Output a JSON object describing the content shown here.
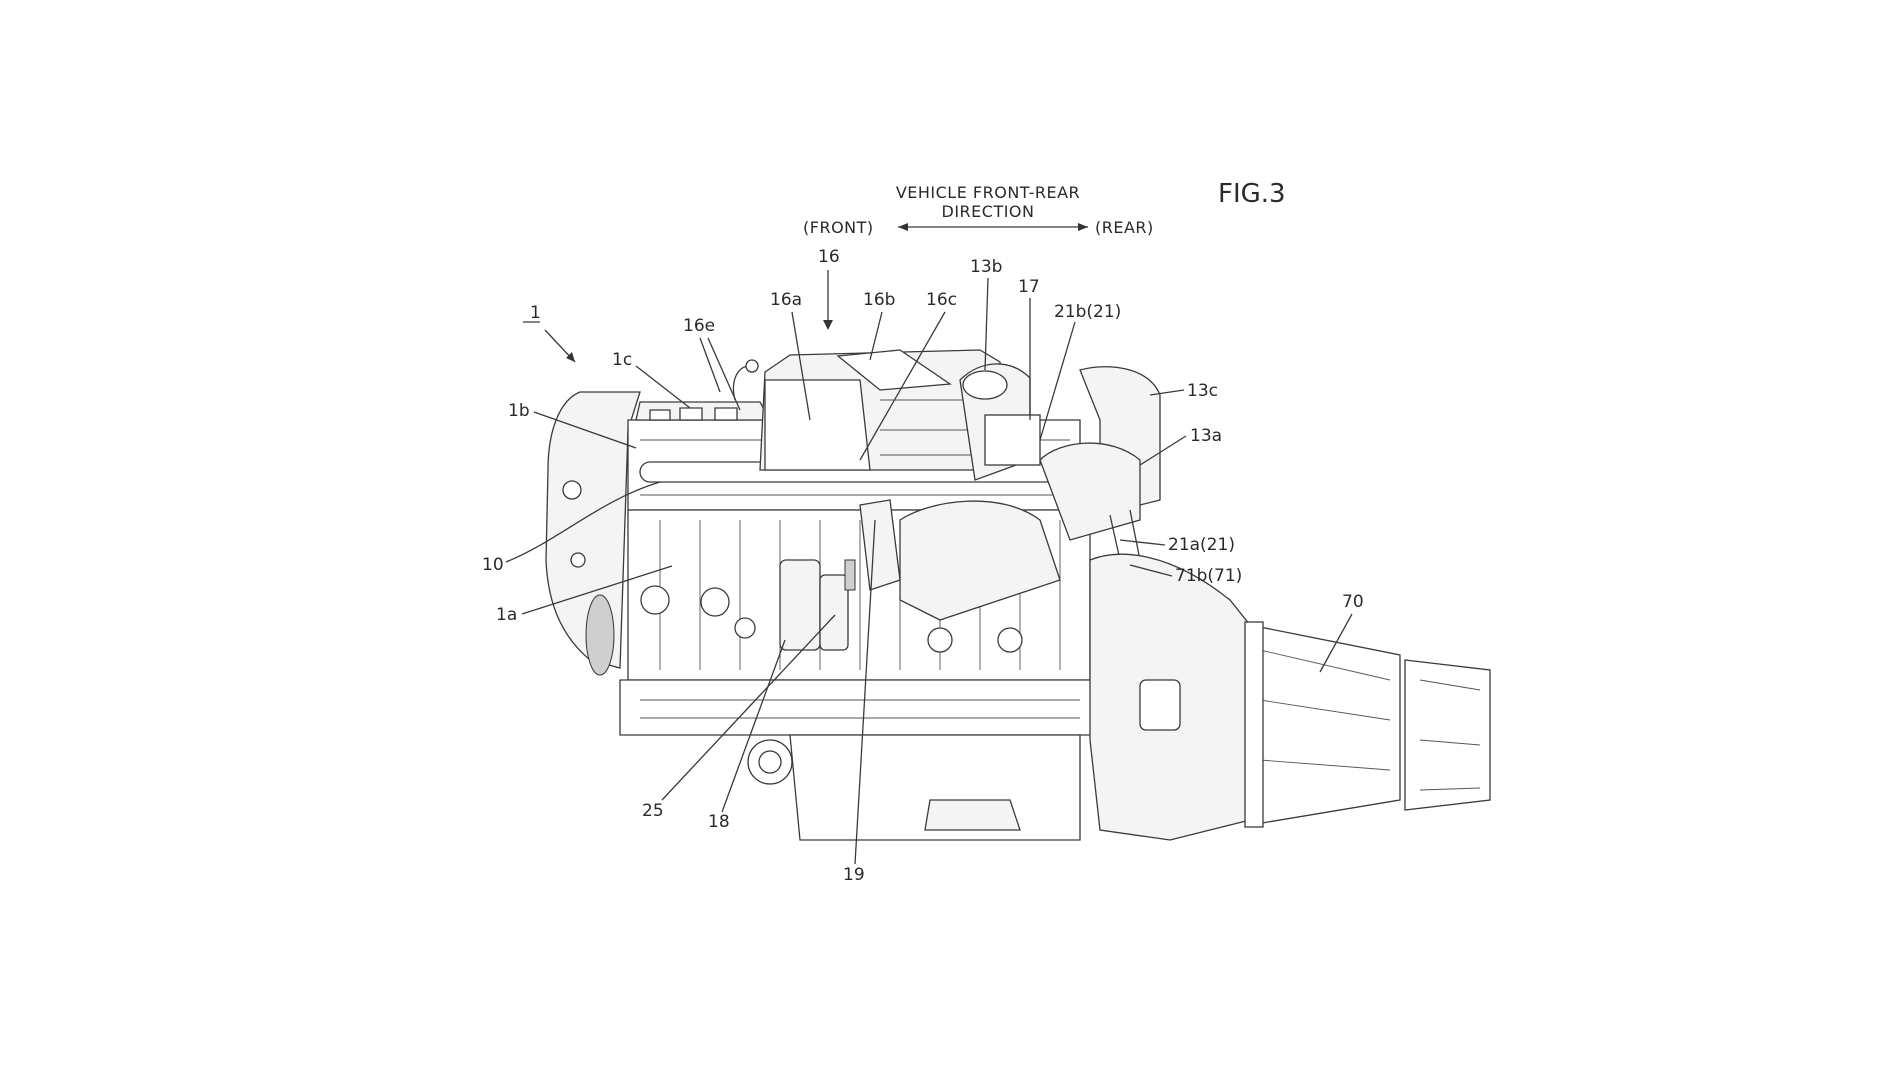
{
  "figure_label": "FIG.3",
  "direction": {
    "title_line1": "VEHICLE FRONT-REAR",
    "title_line2": "DIRECTION",
    "front": "(FRONT)",
    "rear": "(REAR)"
  },
  "labels": {
    "l1": "1",
    "l1a": "1a",
    "l1b": "1b",
    "l1c": "1c",
    "l10": "10",
    "l13a": "13a",
    "l13b": "13b",
    "l13c": "13c",
    "l16": "16",
    "l16a": "16a",
    "l16b": "16b",
    "l16c": "16c",
    "l16e": "16e",
    "l17": "17",
    "l18": "18",
    "l19": "19",
    "l21a": "21a(21)",
    "l21b": "21b(21)",
    "l25": "25",
    "l70": "70",
    "l71b": "71b(71)"
  }
}
